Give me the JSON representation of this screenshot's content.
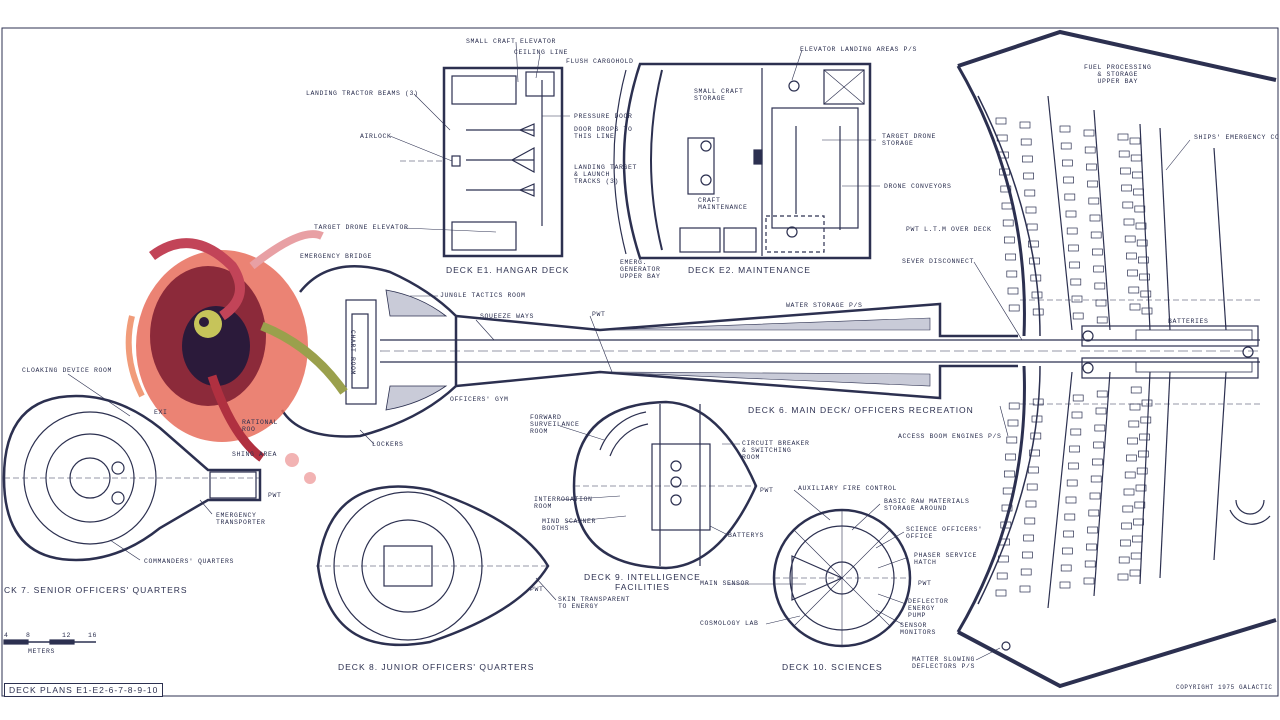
{
  "decks": {
    "e1": "DECK E1. HANGAR DECK",
    "e2": "DECK E2. MAINTENANCE",
    "d6": "DECK 6. MAIN DECK/ OFFICERS RECREATION",
    "d7": "CK 7. SENIOR OFFICERS' QUARTERS",
    "d8": "DECK 8. JUNIOR OFFICERS' QUARTERS",
    "d9": "DECK 9. INTELLIGENCE\nFACILITIES",
    "d10": "DECK 10. SCIENCES"
  },
  "labels": {
    "small_craft_elevator": "SMALL CRAFT ELEVATOR",
    "ceiling_line": "CEILING LINE",
    "flush_cargohold": "FLUSH CARGOHOLD",
    "landing_tractor": "LANDING TRACTOR BEAMS (3)",
    "airlock": "AIRLOCK",
    "pressure_door": "PRESSURE DOOR",
    "door_drops": "DOOR DROPS TO\nTHIS LINE",
    "landing_target": "LANDING TARGET\n& LAUNCH\nTRACKS (3)",
    "elevator_landing": "ELEVATOR LANDING AREAS P/S",
    "small_craft_storage": "SMALL CRAFT\nSTORAGE",
    "craft_maintenance": "CRAFT\nMAINTENANCE",
    "target_drone_storage": "TARGET DRONE\nSTORAGE",
    "drone_conveyors": "DRONE CONVEYORS",
    "emerg_generator": "EMERG.\nGENERATOR\nUPPER BAY",
    "fuel_processing": "FUEL PROCESSING\n& STORAGE\nUPPER BAY",
    "ships_emergency": "SHIPS' EMERGENCY CO",
    "pwt_ltm": "PWT L.T.M OVER DECK",
    "sever_disconnect": "SEVER DISCONNECT",
    "target_drone_elevator": "TARGET DRONE ELEVATOR",
    "emergency_bridge": "EMERGENCY BRIDGE",
    "jungle_tactics": "JUNGLE TACTICS ROOM",
    "squeeze_ways": "SQUEEZE WAYS",
    "pwt": "PWT",
    "water_storage": "WATER STORAGE P/S",
    "batteries": "BATTERIES",
    "chart_room": "CHART ROOM",
    "officers_gym": "OFFICERS' GYM",
    "lockers": "LOCKERS",
    "cloaking_device": "CLOAKING DEVICE ROOM",
    "exit": "EXI",
    "rational_room": "RATIONAL\nROO",
    "shing_area": "SHING AREA",
    "emergency_transporter": "EMERGENCY\nTRANSPORTER",
    "commanders_quarters": "COMMANDERS' QUARTERS",
    "forward_surveillance": "FORWARD\nSURVEILANCE\nROOM",
    "circuit_breaker": "CIRCUIT BREAKER\n& SWITCHING\nROOM",
    "interrogation": "INTERROGATION\nROOM",
    "mind_scanner": "MIND SCANNER\nBOOTHS",
    "batterys": "BATTERYS",
    "access_boom": "ACCESS BOOM ENGINES P/S",
    "auxiliary_fire": "AUXILIARY FIRE CONTROL",
    "basic_raw": "BASIC RAW MATERIALS\nSTORAGE AROUND",
    "science_officers": "SCIENCE OFFICERS'\nOFFICE",
    "phaser_service": "PHASER SERVICE\nHATCH",
    "main_sensor": "MAIN SENSOR",
    "deflector_energy": "DEFLECTOR\nENERGY\nPUMP",
    "sensor_monitors": "SENSOR\nMONITORS",
    "cosmology_lab": "COSMOLOGY LAB",
    "skin_transparent": "SKIN TRANSPARENT\nTO ENERGY",
    "matter_slowing": "MATTER SLOWING\nDEFLECTORS P/S",
    "meters": "METERS"
  },
  "scale_ticks": [
    "4",
    "8",
    "12",
    "16"
  ],
  "footer": "DECK PLANS  E1-E2-6-7-8-9-10",
  "copyright": "COPYRIGHT 1975 GALACTIC",
  "colors": {
    "ink": "#2c3050",
    "paper": "#ffffff"
  }
}
